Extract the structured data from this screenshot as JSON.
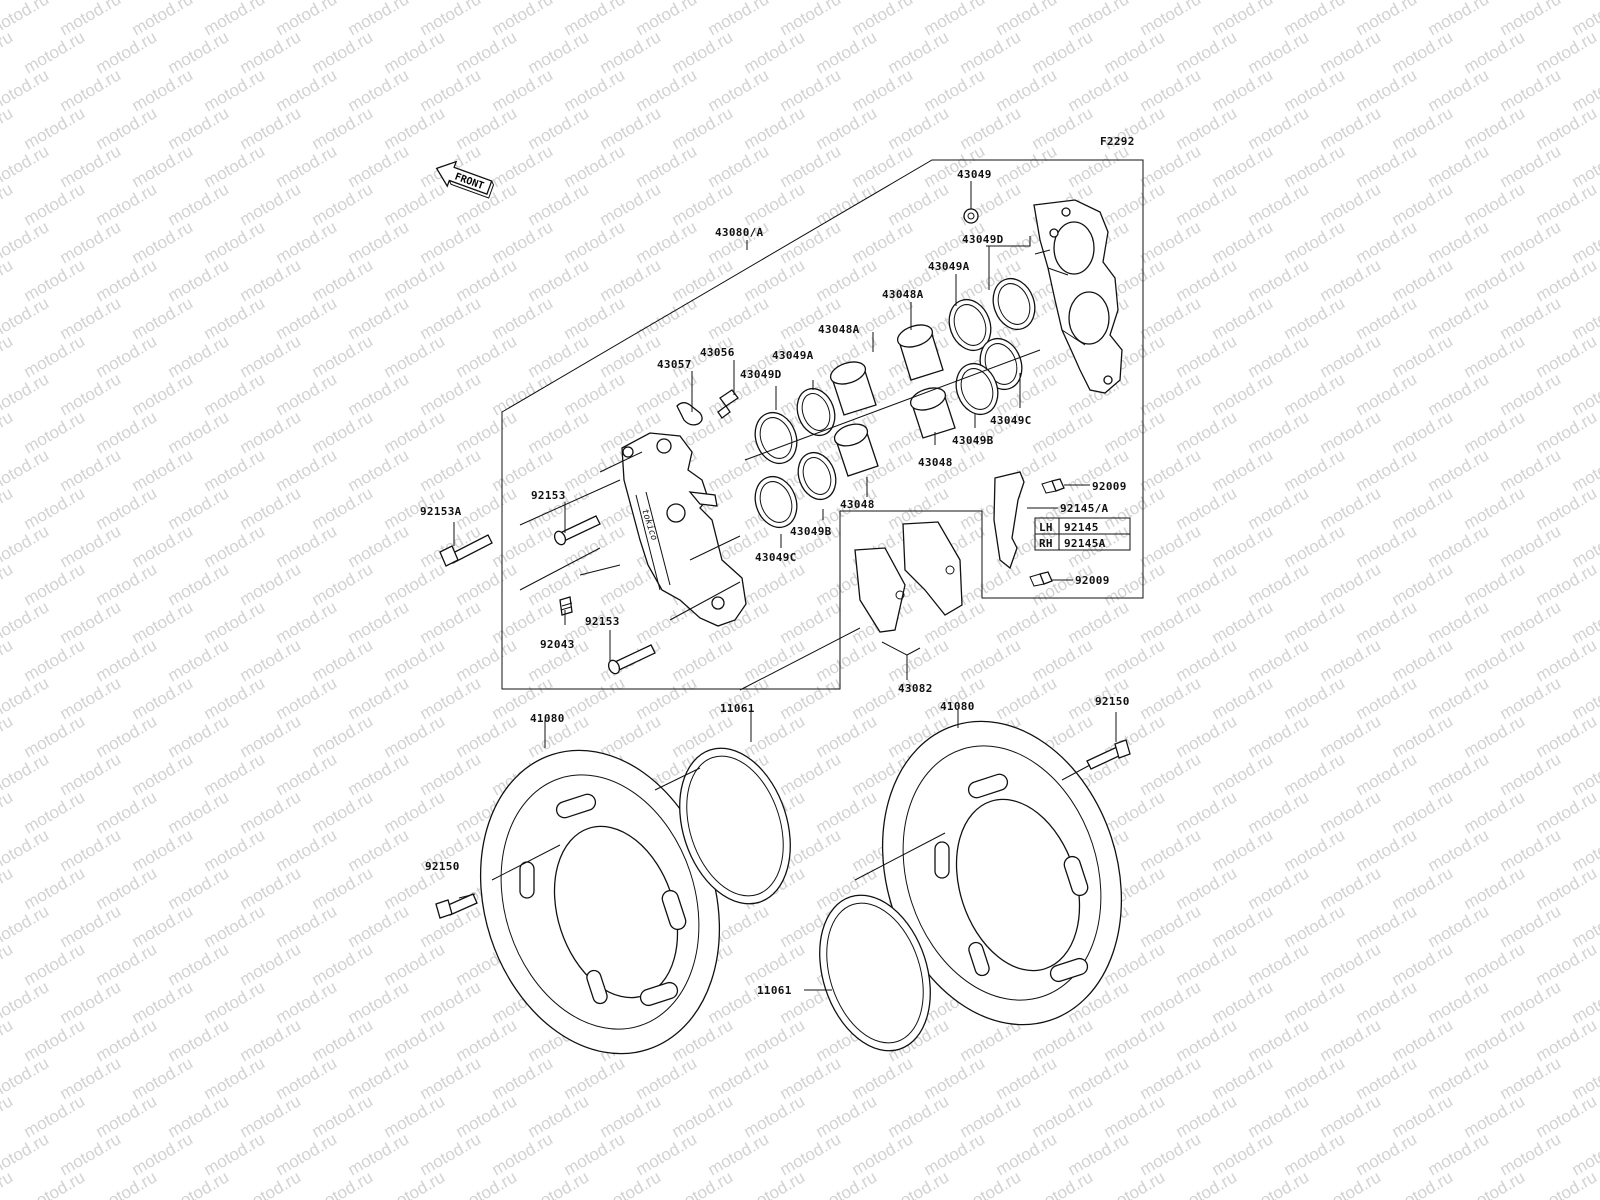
{
  "watermark": "motod.ru",
  "figure_code": "F2292",
  "front_label": "FRONT",
  "parts": {
    "p43080A": "43080/A",
    "p43049_top": "43049",
    "p43049D_right": "43049D",
    "p43049A_right": "43049A",
    "p43048A_right": "43048A",
    "p43049C_right": "43049C",
    "p43049B_right": "43049B",
    "p43048_right": "43048",
    "p43056": "43056",
    "p43057": "43057",
    "p43048A_left": "43048A",
    "p43049A_left": "43049A",
    "p43049D_left": "43049D",
    "p43048_left": "43048",
    "p43049B_left": "43049B",
    "p43049C_left": "43049C",
    "p92153A": "92153A",
    "p92153_upper": "92153",
    "p92153_lower": "92153",
    "p92043": "92043",
    "p92009_upper": "92009",
    "p92009_lower": "92009",
    "p92145A": "92145/A",
    "p43082": "43082",
    "p11061_top": "11061",
    "p11061_bottom": "11061",
    "p41080_left": "41080",
    "p41080_right": "41080",
    "p92150_left": "92150",
    "p92150_right": "92150"
  },
  "side_table": {
    "rows": [
      {
        "side": "LH",
        "part": "92145"
      },
      {
        "side": "RH",
        "part": "92145A"
      }
    ]
  }
}
